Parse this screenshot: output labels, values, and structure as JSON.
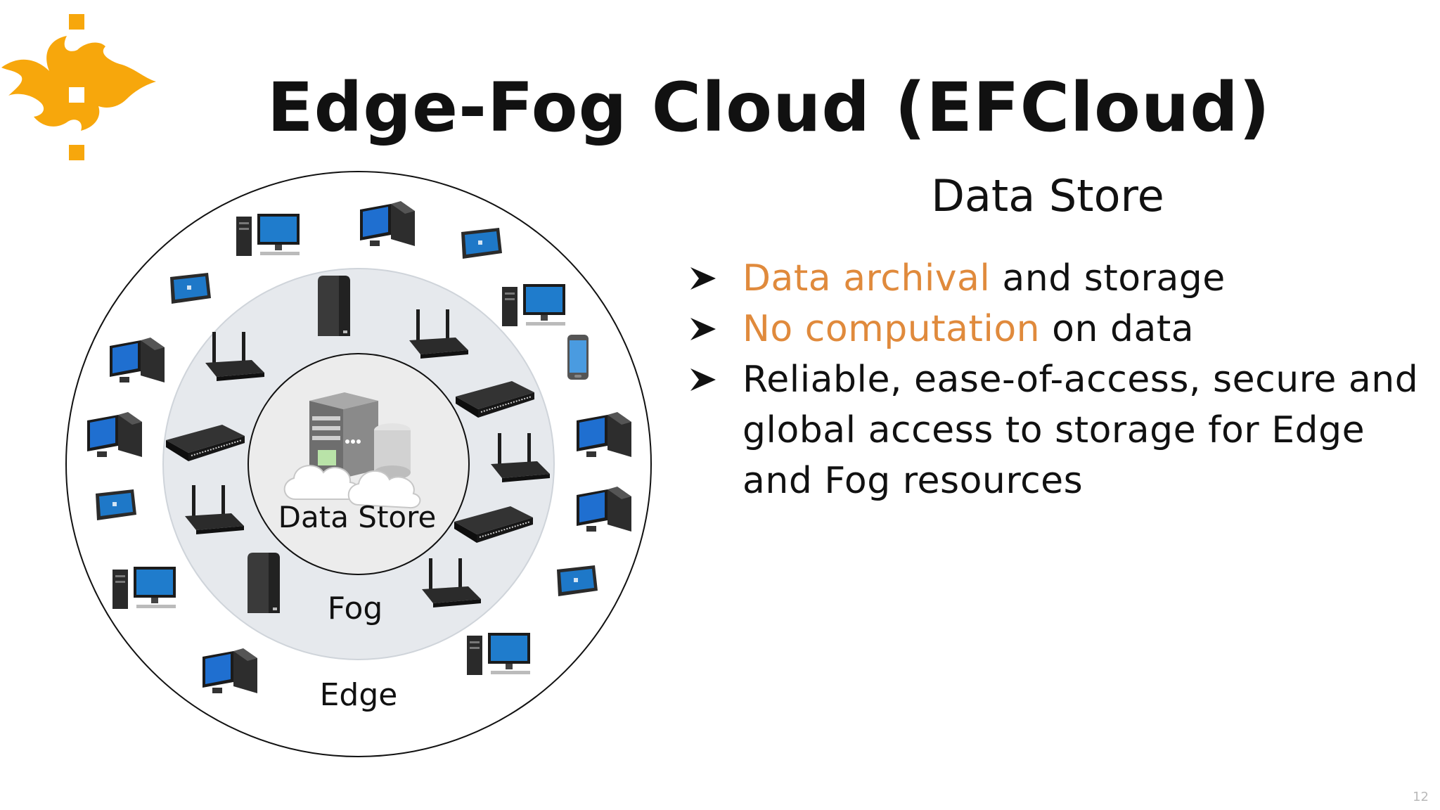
{
  "slide": {
    "title": "Edge-Fog Cloud (EFCloud)",
    "subtitle": "Data Store",
    "bullets": [
      {
        "accent": "Data archival",
        "rest": " and storage"
      },
      {
        "accent": "No computation",
        "rest": " on data"
      },
      {
        "accent": "",
        "rest": "Reliable, ease-of-access, secure and global access to storage for Edge and Fog resources"
      }
    ],
    "page_number": "12"
  },
  "diagram": {
    "center_label": "Data Store",
    "fog_label": "Fog",
    "edge_label": "Edge"
  },
  "colors": {
    "accent": "#e08a3c",
    "logo": "#f7a70c",
    "fog_ring": "#e6e9ed"
  },
  "icons": {
    "logo": "university-flame-logo",
    "bullet": "arrowhead-bullet-icon",
    "center": "server-with-cloud-icon",
    "fog_devices": [
      "router-icon",
      "network-switch-icon",
      "external-drive-icon"
    ],
    "edge_devices": [
      "desktop-computer-icon",
      "tablet-icon",
      "smartphone-icon"
    ]
  }
}
